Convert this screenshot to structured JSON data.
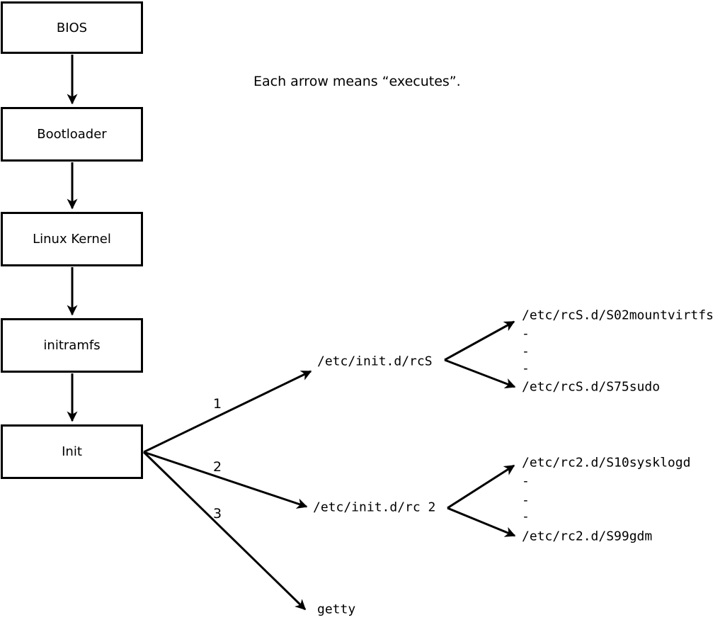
{
  "note": "Each arrow means “executes”.",
  "boot_chain": [
    {
      "label": "BIOS"
    },
    {
      "label": "Bootloader"
    },
    {
      "label": "Linux Kernel"
    },
    {
      "label": "initramfs"
    },
    {
      "label": "Init"
    }
  ],
  "init_branches": [
    {
      "order": "1",
      "target": "/etc/init.d/rcS"
    },
    {
      "order": "2",
      "target": "/etc/init.d/rc 2"
    },
    {
      "order": "3",
      "target": "getty"
    }
  ],
  "rcS_scripts": {
    "first": "/etc/rcS.d/S02mountvirtfs",
    "ellipsis": [
      "-",
      "-",
      "-"
    ],
    "last": "/etc/rcS.d/S75sudo"
  },
  "rc2_scripts": {
    "first": "/etc/rc2.d/S10sysklogd",
    "ellipsis": [
      "-",
      "-",
      "-"
    ],
    "last": "/etc/rc2.d/S99gdm"
  },
  "colors": {
    "ink": "#000000",
    "background": "#ffffff"
  }
}
